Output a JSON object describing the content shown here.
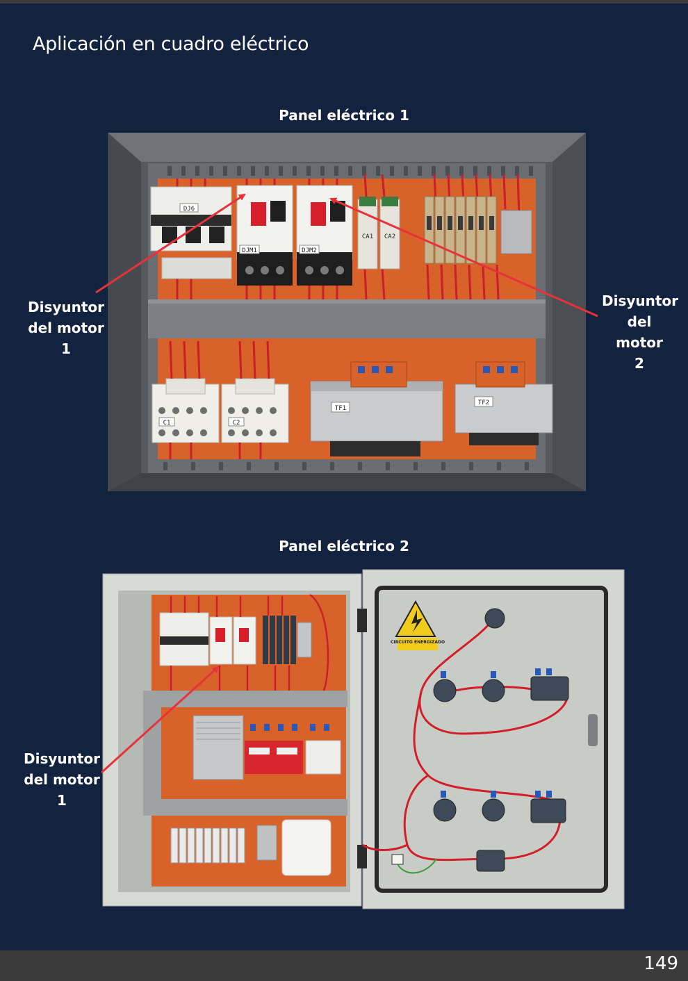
{
  "page": {
    "title": "Aplicación en cuadro eléctrico",
    "page_number": "149"
  },
  "panel1": {
    "caption": "Panel eléctrico 1",
    "labels": {
      "dj6": "DJ6",
      "djm1": "DJM1",
      "djm2": "DJM2",
      "ca1": "CA1",
      "ca2": "CA2",
      "c1": "C1",
      "c2": "C2",
      "tf1": "TF1",
      "tf2": "TF2"
    },
    "callout_left": {
      "line1": "Disyuntor",
      "line2": "del motor",
      "line3": "1"
    },
    "callout_right": {
      "line1": "Disyuntor",
      "line2": "del motor",
      "line3": "2"
    }
  },
  "panel2": {
    "caption": "Panel eléctrico 2",
    "warning_label": "CIRCUITO ENERGIZADO",
    "callout_left": {
      "line1": "Disyuntor",
      "line2": "del motor",
      "line3": "1"
    }
  },
  "colors": {
    "background": "#13233f",
    "arrow": "#e8323a",
    "panel_orange": "#d9622b",
    "enclosure_gray": "#5a5d63",
    "cabinet_light": "#d8dad6"
  }
}
